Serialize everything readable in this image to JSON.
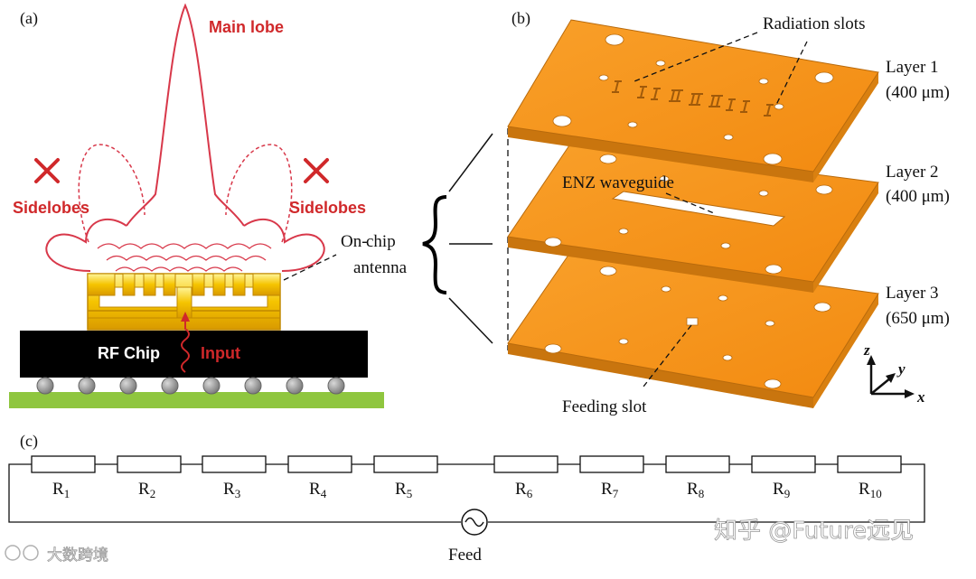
{
  "panels": {
    "a": "(a)",
    "b": "(b)",
    "c": "(c)"
  },
  "panel_a": {
    "main_lobe": "Main lobe",
    "sidelobes_left": "Sidelobes",
    "sidelobes_right": "Sidelobes",
    "on_chip_antenna_line1": "On-",
    "on_chip_antenna_line2": "chip",
    "on_chip_antenna_line3": "antenna",
    "rf_chip": "RF Chip",
    "input": "Input",
    "solder_ball_count": 8
  },
  "panel_b": {
    "radiation_slots": "Radiation slots",
    "enz_waveguide": "ENZ waveguide",
    "feeding_slot": "Feeding slot",
    "layers": [
      {
        "name": "Layer 1",
        "thickness": "(400 μm)"
      },
      {
        "name": "Layer 2",
        "thickness": "(400 μm)"
      },
      {
        "name": "Layer 3",
        "thickness": "(650 μm)"
      }
    ],
    "axes": {
      "z": "z",
      "y": "y",
      "x": "x"
    },
    "colors": {
      "plate": "#f7951d",
      "plate_edge": "#b86a0c"
    }
  },
  "panel_c": {
    "resistors": [
      {
        "base": "R",
        "sub": "1"
      },
      {
        "base": "R",
        "sub": "2"
      },
      {
        "base": "R",
        "sub": "3"
      },
      {
        "base": "R",
        "sub": "4"
      },
      {
        "base": "R",
        "sub": "5"
      },
      {
        "base": "R",
        "sub": "6"
      },
      {
        "base": "R",
        "sub": "7"
      },
      {
        "base": "R",
        "sub": "8"
      },
      {
        "base": "R",
        "sub": "9"
      },
      {
        "base": "R",
        "sub": "10"
      }
    ],
    "feed": "Feed"
  },
  "watermarks": {
    "bottom_left": "大数跨境",
    "bottom_right": "知乎 @Future远见"
  }
}
